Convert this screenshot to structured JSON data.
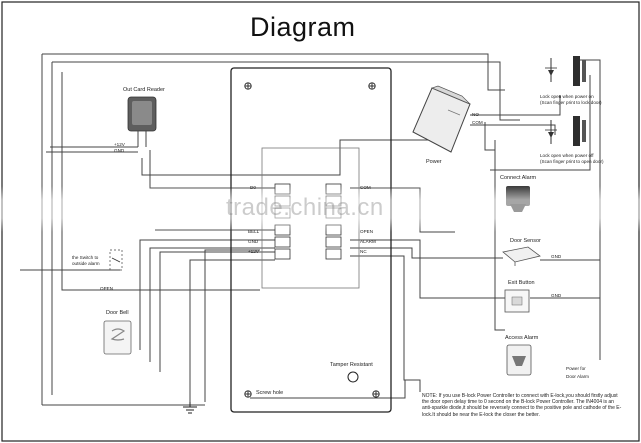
{
  "title": "Diagram",
  "labels": {
    "card_reader": "Out Card Reader",
    "power": "Power",
    "lock_on_upper": "Lock open when power on",
    "lock_on_upper_sub": "(Scan finger print to lock door)",
    "lock_off_lower": "Lock open when power off",
    "lock_off_lower_sub": "(Scan finger print to open door)",
    "connect_alarm": "Connect Alarm",
    "door_sensor": "Door Sensor",
    "exit_button": "Exit Button",
    "access_alarm": "Access Alarm",
    "power_for": "Power for",
    "door_alarm": "Door Alarm",
    "exit_switch": "the Switch to outside alarm",
    "door_bell": "Door Bell",
    "tamper": "Tamper Resistant",
    "screw_hole": "Screw hole",
    "gnd_12v": "+12V",
    "gnd": "GND",
    "open": "OPEN",
    "wire_d": "D0",
    "no": "NO",
    "com": "COM",
    "nc": "NC",
    "bell": "BELL",
    "alarm": "ALARM",
    "note": "NOTE: If you use B-lock Power Controller to connect with E-lock,you should firstly adjust the door open delay time to 0 second on the B-lock Power Controller. The IN4004 is an anti-sparkle diode,it should be reversely connect to the positive pole and cathode of the E-lock.It should be near the E-lock the closer the better."
  },
  "watermark": "trade.china.cn"
}
